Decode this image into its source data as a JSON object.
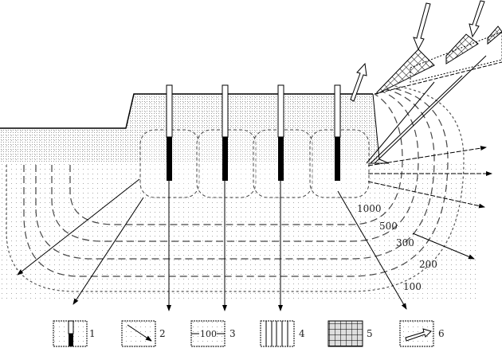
{
  "contours": [
    {
      "label": "1000"
    },
    {
      "label": "500"
    },
    {
      "label": "300"
    },
    {
      "label": "200"
    },
    {
      "label": "100"
    }
  ],
  "legend": [
    {
      "number": "1",
      "meaning": "charge-borehole"
    },
    {
      "number": "2",
      "meaning": "wave-direction-arrow"
    },
    {
      "number": "3",
      "number_label": "3",
      "inner": "100"
    },
    {
      "number": "4",
      "meaning": "vertical-hatch"
    },
    {
      "number": "5",
      "meaning": "cross-hatch"
    },
    {
      "number": "6",
      "meaning": "hollow-arrow"
    }
  ],
  "colors": {
    "line": "#000000",
    "dot": "#9a9a9a",
    "dash": "#444444"
  }
}
